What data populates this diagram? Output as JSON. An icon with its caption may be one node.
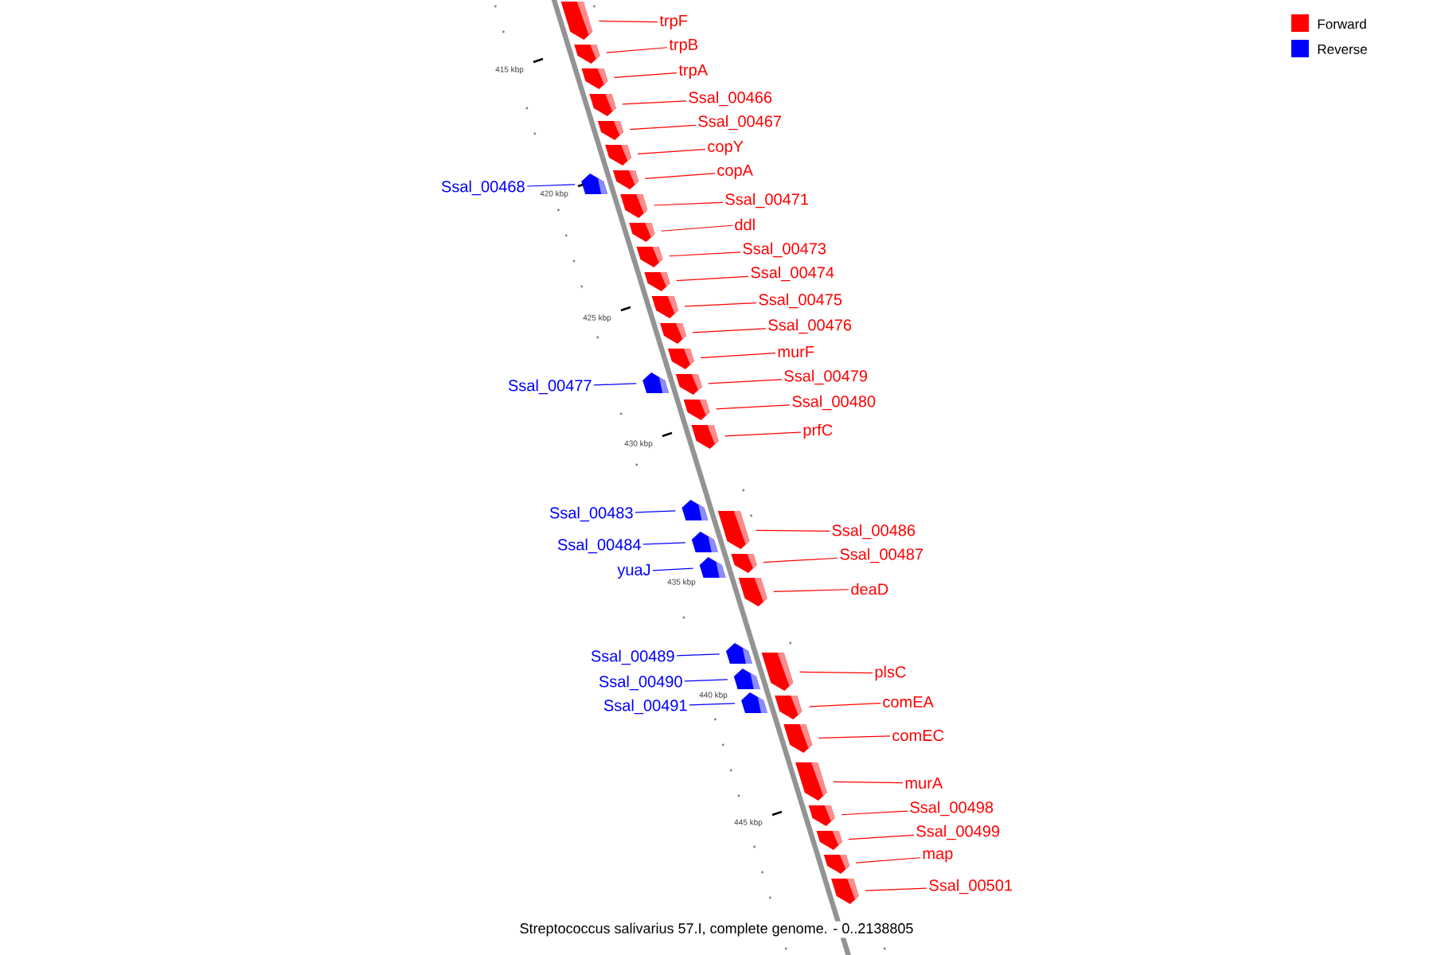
{
  "diagram": {
    "caption": "Streptococcus salivarius 57.I, complete genome. - 0..2138805",
    "nodes": [
      {
        "text": [
          "trpF"
        ]
      },
      {
        "text": [],
        "shape": "arrow"
      },
      {
        "text": [
          "trpB"
        ]
      },
      {
        "text": [],
        "shape": "arrow"
      },
      {
        "text": [
          "trpA"
        ]
      },
      {
        "text": [],
        "shape": "arrow"
      },
      {
        "text": [
          "Ssal_00466"
        ]
      },
      {
        "text": [],
        "shape": "arrow"
      },
      {
        "text": [
          "Ssal_00467"
        ]
      },
      {
        "text": [],
        "shape": "arrow"
      },
      {
        "text": [
          "copY"
        ]
      },
      {
        "text": [],
        "shape": "arrow"
      },
      {
        "text": [
          "copA"
        ]
      },
      {
        "text": [],
        "shape": "arrow"
      },
      {
        "text": [
          "Ssal_00468"
        ]
      },
      {
        "text": [],
        "shape": "arrow"
      },
      {
        "text": [
          "Ssal_00471"
        ]
      },
      {
        "text": [],
        "shape": "arrow"
      },
      {
        "text": [
          "ddl"
        ]
      },
      {
        "text": [],
        "shape": "arrow"
      },
      {
        "text": [
          "Ssal_00473"
        ]
      },
      {
        "text": [],
        "shape": "arrow"
      },
      {
        "text": [
          "Ssal_00474"
        ]
      },
      {
        "text": [],
        "shape": "arrow"
      },
      {
        "text": [
          "Ssal_00475"
        ]
      },
      {
        "text": [],
        "shape": "arrow"
      },
      {
        "text": [
          "Ssal_00476"
        ]
      },
      {
        "text": [],
        "shape": "arrow"
      },
      {
        "text": [
          "murF"
        ]
      },
      {
        "text": [],
        "shape": "arrow"
      },
      {
        "text": [
          "Ssal_00479"
        ]
      },
      {
        "text": [],
        "shape": "arrow"
      },
      {
        "text": [
          "Ssal_00477"
        ]
      },
      {
        "text": [],
        "shape": "arrow"
      },
      {
        "text": [
          "Ssal_00480"
        ]
      },
      {
        "text": [],
        "shape": "arrow"
      },
      {
        "text": [
          "prfC"
        ]
      },
      {
        "text": [],
        "shape": "arrow"
      },
      {
        "text": [
          "Ssal_00483"
        ]
      },
      {
        "text": [],
        "shape": "arrow"
      },
      {
        "text": [
          "Ssal_00486"
        ]
      },
      {
        "text": [],
        "shape": "arrow"
      },
      {
        "text": [
          "Ssal_00484"
        ]
      },
      {
        "text": [],
        "shape": "arrow"
      },
      {
        "text": [
          "Ssal_00487"
        ]
      },
      {
        "text": [],
        "shape": "arrow"
      },
      {
        "text": [
          "yuaJ"
        ]
      },
      {
        "text": [],
        "shape": "arrow"
      },
      {
        "text": [
          "deaD"
        ]
      },
      {
        "text": [],
        "shape": "arrow"
      },
      {
        "text": [
          "Ssal_00489"
        ]
      },
      {
        "text": [],
        "shape": "arrow"
      },
      {
        "text": [
          "plsC"
        ]
      },
      {
        "text": [],
        "shape": "arrow"
      },
      {
        "text": [
          "Ssal_00490"
        ]
      },
      {
        "text": [],
        "shape": "arrow"
      },
      {
        "text": [
          "comEA"
        ]
      },
      {
        "text": [],
        "shape": "arrow"
      },
      {
        "text": [
          "Ssal_00491"
        ]
      },
      {
        "text": [],
        "shape": "arrow"
      },
      {
        "text": [
          "comEC"
        ]
      },
      {
        "text": [],
        "shape": "arrow"
      },
      {
        "text": [
          "murA"
        ]
      },
      {
        "text": [],
        "shape": "arrow"
      },
      {
        "text": [
          "Ssal_00498"
        ]
      },
      {
        "text": [],
        "shape": "arrow"
      },
      {
        "text": [
          "Ssal_00499"
        ]
      },
      {
        "text": [],
        "shape": "arrow"
      },
      {
        "text": [
          "map"
        ]
      },
      {
        "text": [],
        "shape": "arrow"
      },
      {
        "text": [
          "Ssal_00501"
        ]
      },
      {
        "text": [],
        "shape": "arrow"
      }
    ],
    "edges": [
      {
        "from": 0,
        "to": 1,
        "arrow": "none"
      },
      {
        "from": 2,
        "to": 3,
        "arrow": "none"
      },
      {
        "from": 4,
        "to": 5,
        "arrow": "none"
      },
      {
        "from": 6,
        "to": 7,
        "arrow": "none"
      },
      {
        "from": 8,
        "to": 9,
        "arrow": "none"
      },
      {
        "from": 10,
        "to": 11,
        "arrow": "none"
      },
      {
        "from": 12,
        "to": 13,
        "arrow": "none"
      },
      {
        "from": 14,
        "to": 15,
        "arrow": "none",
        "color": "#0000ff"
      },
      {
        "from": 16,
        "to": 17,
        "arrow": "none"
      },
      {
        "from": 18,
        "to": 19,
        "arrow": "none"
      },
      {
        "from": 20,
        "to": 21,
        "arrow": "none"
      },
      {
        "from": 22,
        "to": 23,
        "arrow": "none"
      },
      {
        "from": 24,
        "to": 25,
        "arrow": "none"
      },
      {
        "from": 26,
        "to": 27,
        "arrow": "none"
      },
      {
        "from": 28,
        "to": 29,
        "arrow": "none"
      },
      {
        "from": 30,
        "to": 31,
        "arrow": "none"
      },
      {
        "from": 32,
        "to": 33,
        "arrow": "none",
        "color": "#0000ff"
      },
      {
        "from": 34,
        "to": 35,
        "arrow": "none"
      },
      {
        "from": 36,
        "to": 37,
        "arrow": "none"
      },
      {
        "from": 38,
        "to": 39,
        "arrow": "none",
        "color": "#0000ff"
      },
      {
        "from": 40,
        "to": 41,
        "arrow": "none"
      },
      {
        "from": 42,
        "to": 43,
        "arrow": "none",
        "color": "#0000ff"
      },
      {
        "from": 44,
        "to": 45,
        "arrow": "none"
      },
      {
        "from": 46,
        "to": 47,
        "arrow": "none",
        "color": "#0000ff"
      },
      {
        "from": 48,
        "to": 49,
        "arrow": "none"
      },
      {
        "from": 50,
        "to": 51,
        "arrow": "none",
        "color": "#0000ff"
      },
      {
        "from": 52,
        "to": 53,
        "arrow": "none"
      },
      {
        "from": 54,
        "to": 55,
        "arrow": "none",
        "color": "#0000ff"
      },
      {
        "from": 56,
        "to": 57,
        "arrow": "none"
      },
      {
        "from": 58,
        "to": 59,
        "arrow": "none",
        "color": "#0000ff"
      },
      {
        "from": 60,
        "to": 61,
        "arrow": "none"
      },
      {
        "from": 62,
        "to": 63,
        "arrow": "none"
      },
      {
        "from": 64,
        "to": 65,
        "arrow": "none"
      },
      {
        "from": 66,
        "to": 67,
        "arrow": "none"
      },
      {
        "from": 68,
        "to": 69,
        "arrow": "none"
      },
      {
        "from": 70,
        "to": 71,
        "arrow": "none"
      }
    ],
    "labels": [
      "415 kbp",
      "420 kbp",
      "425 kbp",
      "430 kbp",
      "435 kbp",
      "440 kbp",
      "445 kbp"
    ],
    "legend": [
      {
        "text": "Forward",
        "color": "#ff0000"
      },
      {
        "text": "Reverse",
        "color": "#0000ff"
      }
    ]
  }
}
